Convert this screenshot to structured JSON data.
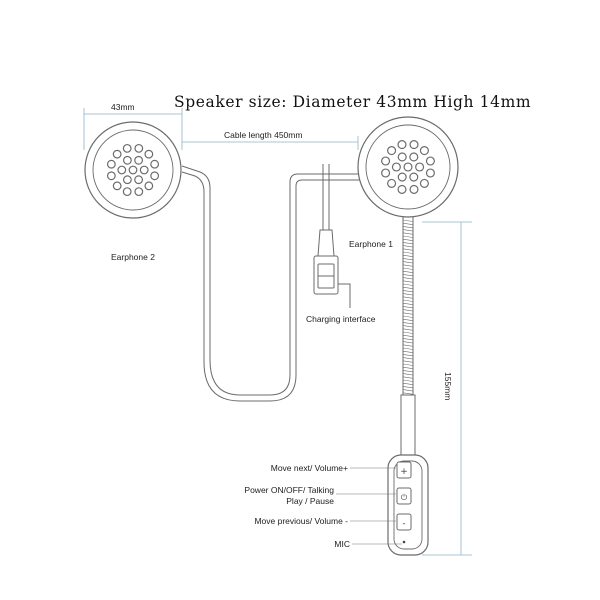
{
  "title": "Speaker size: Diameter 43mm High 14mm",
  "dimensions": {
    "diameter": "43mm",
    "cable_length": "Cable length 450mm",
    "mic_boom_height": "155mm"
  },
  "parts": {
    "earphone_2": "Earphone 2",
    "earphone_1": "Earphone 1",
    "charging_interface": "Charging interface"
  },
  "controls": {
    "move_next": "Move next/ Volume+",
    "power_line1": "Power ON/OFF/ Talking",
    "power_line2": "Play / Pause",
    "move_previous": "Move previous/ Volume -",
    "mic": "MIC"
  },
  "colors": {
    "line": "#6b6b6b",
    "dim_line": "#8fb3c9",
    "speaker_fill": "#ffffff"
  }
}
